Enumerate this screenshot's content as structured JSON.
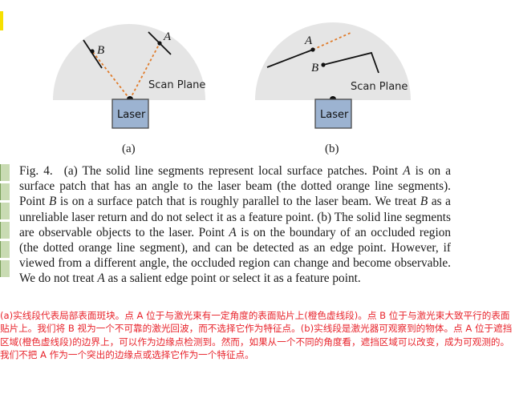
{
  "figure": {
    "panel_a": {
      "laser_label": "Laser",
      "scan_plane_label": "Scan Plane",
      "point_a": "A",
      "point_b": "B",
      "caption_label": "(a)"
    },
    "panel_b": {
      "laser_label": "Laser",
      "scan_plane_label": "Scan Plane",
      "point_a": "A",
      "point_b": "B",
      "caption_label": "(b)"
    }
  },
  "caption": {
    "fig_number": "Fig. 4.",
    "segments": [
      "(a) The solid line segments represent local surface patches. Point ",
      "A",
      " is on a surface patch that has an angle to the laser beam (the dotted orange line segments). Point ",
      "B",
      " is on a surface patch that is roughly parallel to the laser beam. We treat ",
      "B",
      " as a unreliable laser return and do not select it as a feature point. (b) The solid line segments are observable objects to the laser. Point ",
      "A",
      " is on the boundary of an occluded region (the dotted orange line segment), and can be detected as an edge point. However, if viewed from a different angle, the occluded region can change and become observable. We do not treat ",
      "A",
      " as a salient edge point or select it as a feature point."
    ]
  },
  "translation": "(a)实线段代表局部表面斑块。点 A 位于与激光束有一定角度的表面贴片上(橙色虚线段)。点 B 位于与激光束大致平行的表面贴片上。我们将 B 视为一个不可靠的激光回波，而不选择它作为特征点。(b)实线段是激光器可观察到的物体。点 A 位于遮挡区域(橙色虚线段)的边界上，可以作为边缘点检测到。然而，如果从一个不同的角度看，遮挡区域可以改变，成为可观测的。我们不把 A 作为一个突出的边缘点或选择它作为一个特征点。",
  "colors": {
    "scan_plane_fill": "#e5e5e5",
    "laser_box_fill": "#9cb3d1",
    "laser_box_stroke": "#4a4a4a",
    "beam": "#e07b2a",
    "translation_text": "#e8242c",
    "yellow_marker": "#f6e000",
    "left_bar_fill": "#c9dbb3"
  }
}
